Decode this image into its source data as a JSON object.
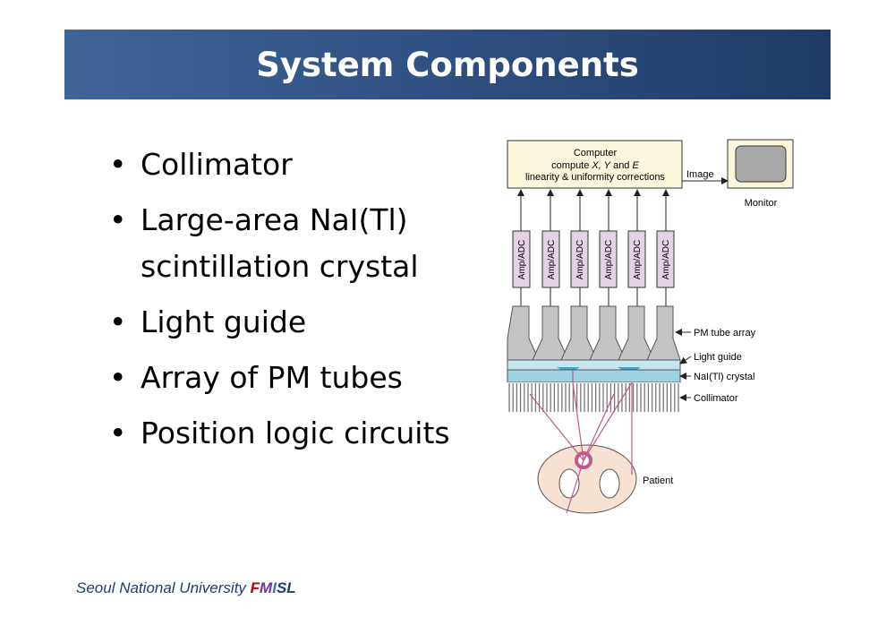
{
  "slide": {
    "title": "System Components",
    "bullets": [
      {
        "lines": [
          "Collimator"
        ]
      },
      {
        "lines": [
          "Large-area NaI(Tl)",
          "scintillation crystal"
        ]
      },
      {
        "lines": [
          "Light guide"
        ]
      },
      {
        "lines": [
          "Array of PM tubes"
        ]
      },
      {
        "lines": [
          "Position logic circuits"
        ]
      }
    ],
    "bullet_glyph": "•"
  },
  "diagram": {
    "computer_line1": "Computer",
    "computer_line2_a": "compute ",
    "computer_line2_vars": "X, Y",
    "computer_line2_b": " and ",
    "computer_line2_c": "E",
    "computer_line3": "linearity & uniformity corrections",
    "image_label": "Image",
    "monitor_label": "Monitor",
    "amp_label": "Amp/ADC",
    "pm_label": "PM tube array",
    "light_guide_label": "Light guide",
    "crystal_label": "NaI(Tl) crystal",
    "collimator_label": "Collimator",
    "patient_label": "Patient",
    "colors": {
      "computer_fill": "#fcf7dc",
      "amp_fill": "#e3d2e6",
      "pm_fill": "#c4c4c4",
      "light_guide_fill": "#c7e6ee",
      "crystal_fill": "#9fd3e3",
      "patient_fill": "#f8e2d3",
      "ray_color": "#c0588f"
    }
  },
  "footer": {
    "prefix": "Seoul National University ",
    "f": "F",
    "m": "M",
    "i": "I",
    "s": "S",
    "l": "L"
  }
}
